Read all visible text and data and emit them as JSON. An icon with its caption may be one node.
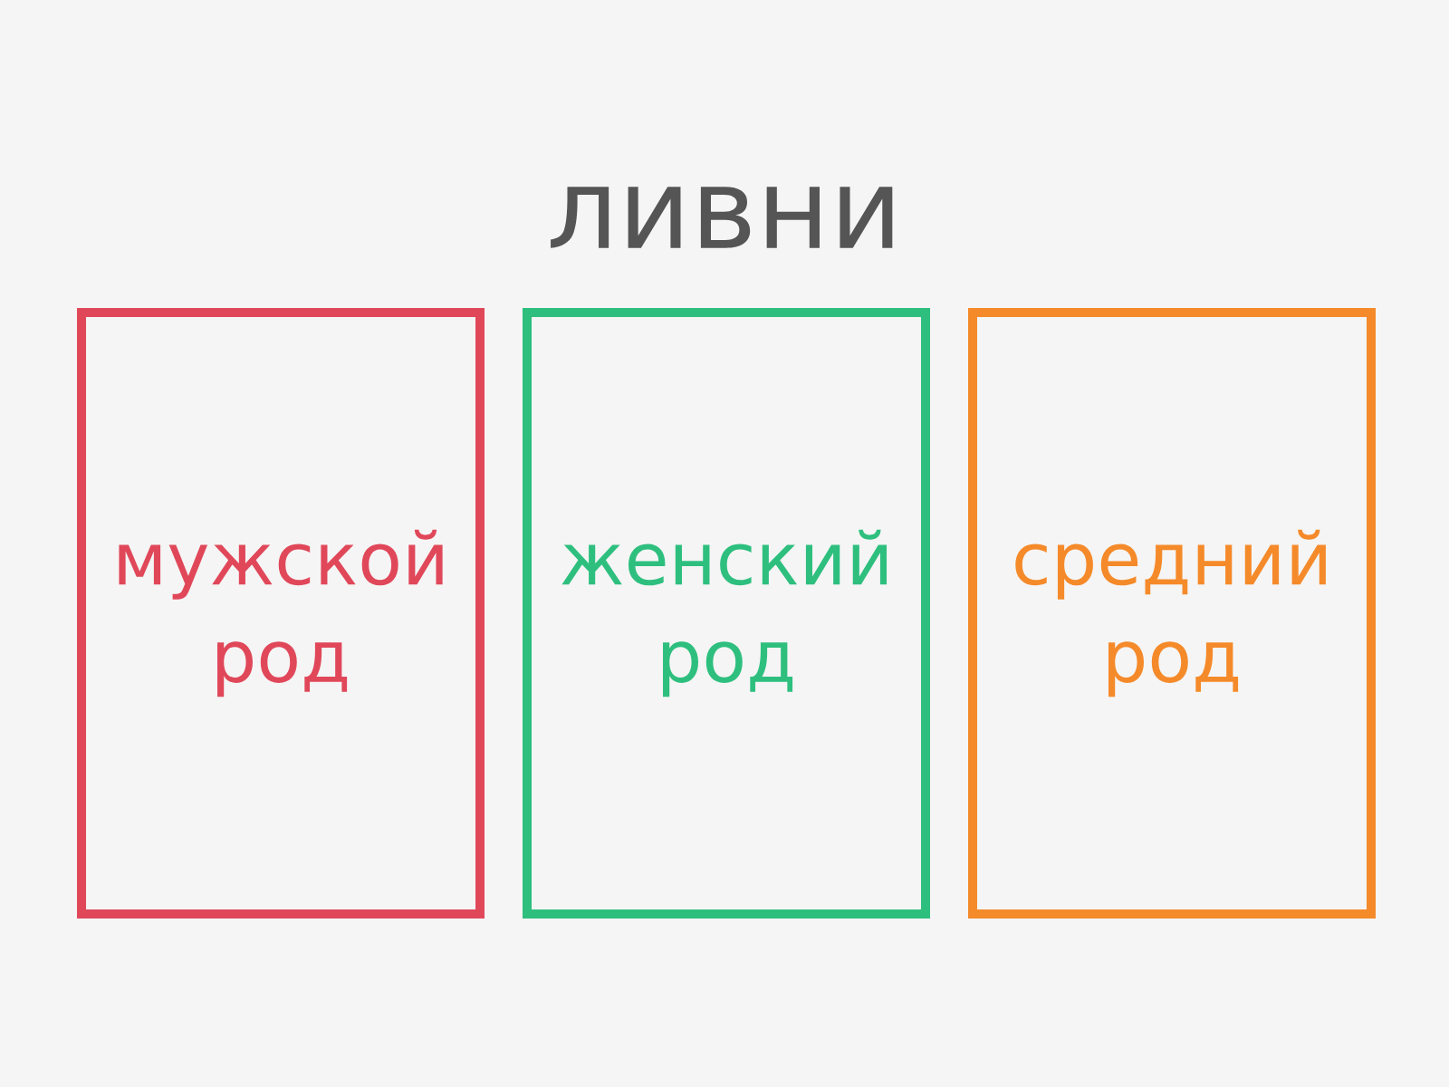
{
  "diagram": {
    "title": "ливни",
    "nodes": [
      {
        "text": [
          "мужской род"
        ]
      },
      {
        "text": [
          "женский род"
        ]
      },
      {
        "text": [
          "средний род"
        ]
      }
    ]
  }
}
